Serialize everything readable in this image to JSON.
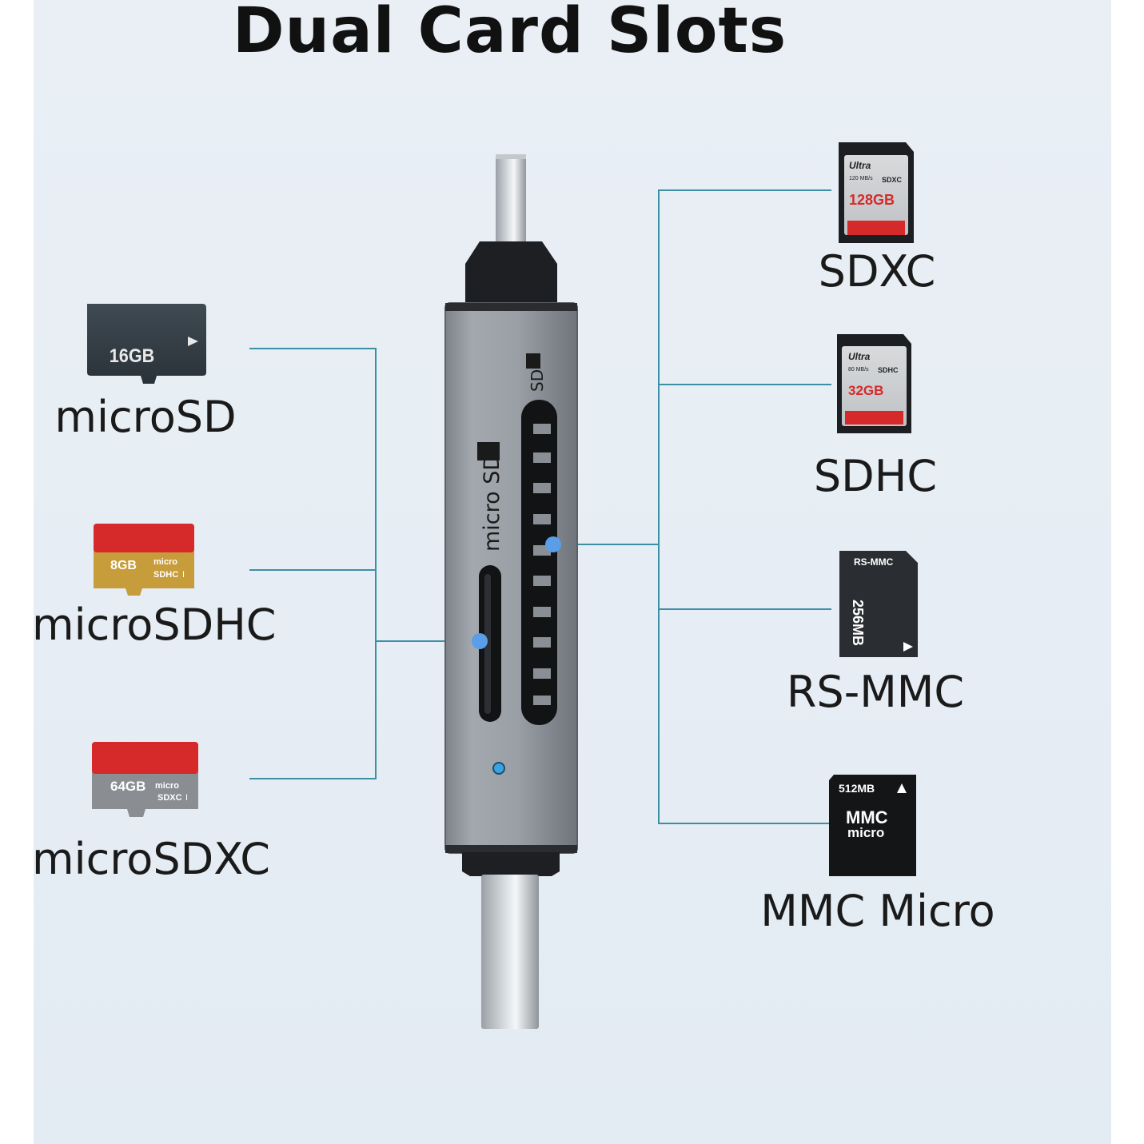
{
  "title": "Dual Card Slots",
  "device": {
    "microsd_slot_label": "micro SD",
    "sd_slot_label": "SD"
  },
  "left_cards": [
    {
      "name": "microSD",
      "capacity": "16GB"
    },
    {
      "name": "microSDHC",
      "capacity": "8GB"
    },
    {
      "name": "microSDXC",
      "capacity": "64GB"
    }
  ],
  "right_cards": [
    {
      "name": "SDXC",
      "brand": "Ultra",
      "speed": "120 MB/s",
      "capacity": "128GB"
    },
    {
      "name": "SDHC",
      "brand": "Ultra",
      "speed": "80 MB/s",
      "capacity": "32GB"
    },
    {
      "name": "RS-MMC",
      "top_text": "RS-MMC",
      "capacity": "256MB"
    },
    {
      "name": "MMC Micro",
      "capacity": "512MB",
      "logo_line1": "MMC",
      "logo_line2": "micro"
    }
  ],
  "colors": {
    "connector_line": "#3d8fa6",
    "dot": "#5a9ee8",
    "led": "#3aa3e0",
    "body_gray": "#8c9198",
    "red": "#d62a2a",
    "gold": "#c79c3a"
  }
}
